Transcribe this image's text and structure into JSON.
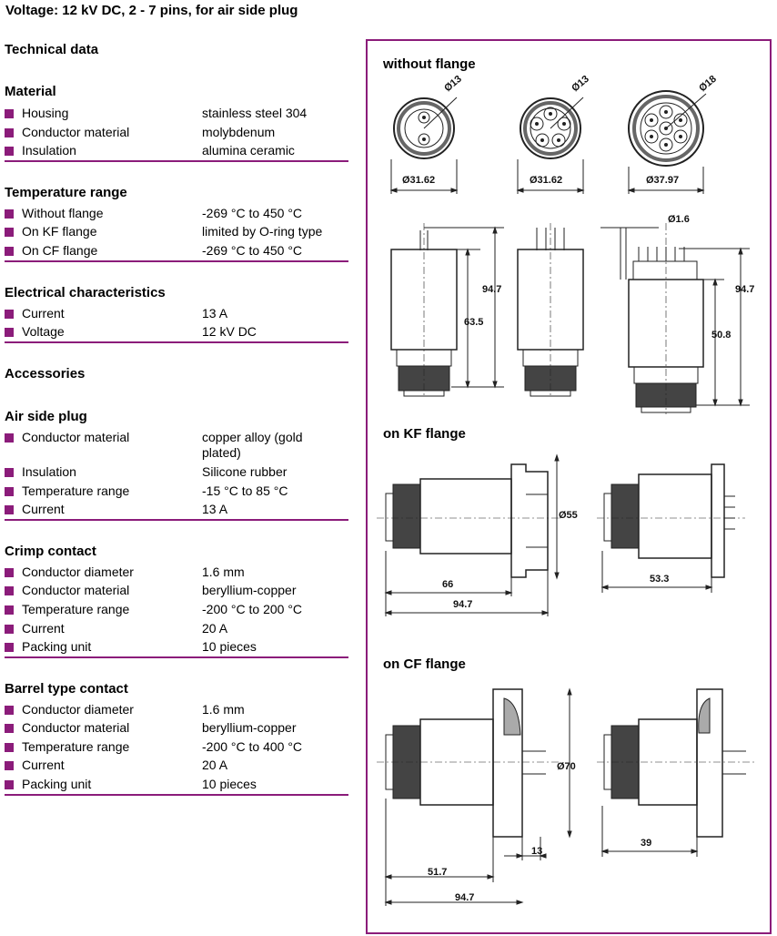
{
  "title": "Voltage: 12 kV DC, 2 - 7 pins, for air side plug",
  "technical_data": "Technical data",
  "accessories": "Accessories",
  "sections": {
    "material": {
      "title": "Material",
      "rows": [
        {
          "label": "Housing",
          "value": "stainless steel 304"
        },
        {
          "label": "Conductor material",
          "value": "molybdenum"
        },
        {
          "label": "Insulation",
          "value": "alumina ceramic"
        }
      ]
    },
    "temperature": {
      "title": "Temperature range",
      "rows": [
        {
          "label": "Without flange",
          "value": "-269 °C to 450 °C"
        },
        {
          "label": "On KF flange",
          "value": "limited by O-ring type"
        },
        {
          "label": "On CF flange",
          "value": "-269 °C to 450 °C"
        }
      ]
    },
    "electrical": {
      "title": "Electrical characteristics",
      "rows": [
        {
          "label": "Current",
          "value": "13 A"
        },
        {
          "label": "Voltage",
          "value": "12 kV DC"
        }
      ]
    },
    "air_side_plug": {
      "title": "Air side plug",
      "rows": [
        {
          "label": "Conductor material",
          "value": "copper alloy (gold plated)"
        },
        {
          "label": "Insulation",
          "value": "Silicone rubber"
        },
        {
          "label": "Temperature range",
          "value": "-15 °C to 85 °C"
        },
        {
          "label": "Current",
          "value": "13 A"
        }
      ]
    },
    "crimp_contact": {
      "title": "Crimp contact",
      "rows": [
        {
          "label": "Conductor diameter",
          "value": "1.6 mm"
        },
        {
          "label": "Conductor material",
          "value": "beryllium-copper"
        },
        {
          "label": "Temperature range",
          "value": "-200 °C to 200 °C"
        },
        {
          "label": "Current",
          "value": "20 A"
        },
        {
          "label": "Packing unit",
          "value": "10 pieces"
        }
      ]
    },
    "barrel_contact": {
      "title": "Barrel type contact",
      "rows": [
        {
          "label": "Conductor diameter",
          "value": "1.6 mm"
        },
        {
          "label": "Conductor material",
          "value": "beryllium-copper"
        },
        {
          "label": "Temperature range",
          "value": "-200 °C to 400 °C"
        },
        {
          "label": "Current",
          "value": "20 A"
        },
        {
          "label": "Packing unit",
          "value": "10 pieces"
        }
      ]
    }
  },
  "drawings": {
    "without_flange": "without flange",
    "on_kf_flange": "on KF flange",
    "on_cf_flange": "on CF flange",
    "dims": {
      "d13a": "Ø13",
      "d13b": "Ø13",
      "d18": "Ø18",
      "d3162a": "Ø31.62",
      "d3162b": "Ø31.62",
      "d3797": "Ø37.97",
      "d16": "Ø1.6",
      "h947a": "94.7",
      "h635": "63.5",
      "h947b": "94.7",
      "h508": "50.8",
      "d55": "Ø55",
      "kf66": "66",
      "kf947": "94.7",
      "kf533": "53.3",
      "d70": "Ø70",
      "cf13": "13",
      "cf517": "51.7",
      "cf947": "94.7",
      "cf39": "39"
    }
  },
  "colors": {
    "accent": "#8B1C7A"
  }
}
